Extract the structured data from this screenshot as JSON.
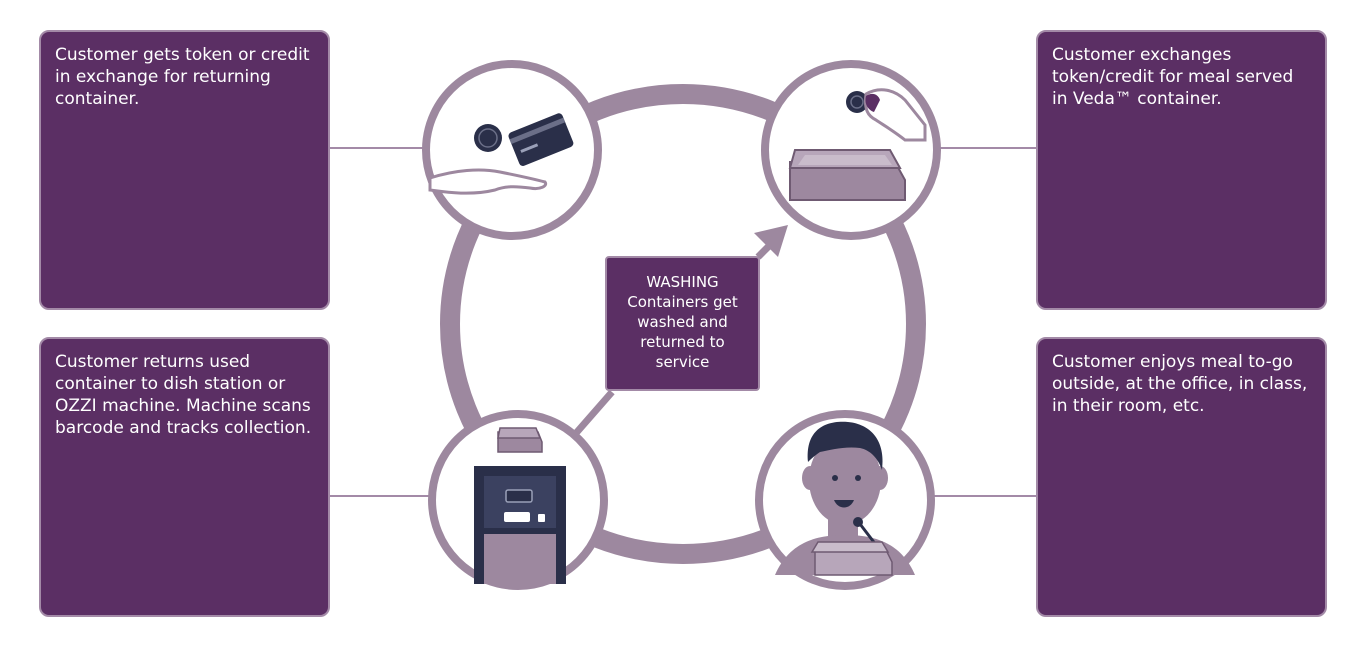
{
  "diagram": {
    "washing": {
      "title": "WASHING",
      "text": "Containers get washed and returned to service"
    },
    "steps": {
      "top_left": "Customer gets token or credit in exchange for returning container.",
      "top_right": "Customer exchanges token/credit for meal served in Veda™ container.",
      "bottom_left": "Customer returns used container to dish station or OZZI machine. Machine scans barcode and tracks collection.",
      "bottom_right": "Customer enjoys meal to-go outside, at the office, in class, in their room, etc."
    },
    "colors": {
      "box_fill": "#5b2f64",
      "ring": "#9d889f",
      "navy": "#2a2f49"
    },
    "icons": [
      "token-card-hand-icon",
      "hand-coin-container-icon",
      "ozzi-machine-icon",
      "person-eating-icon"
    ]
  }
}
